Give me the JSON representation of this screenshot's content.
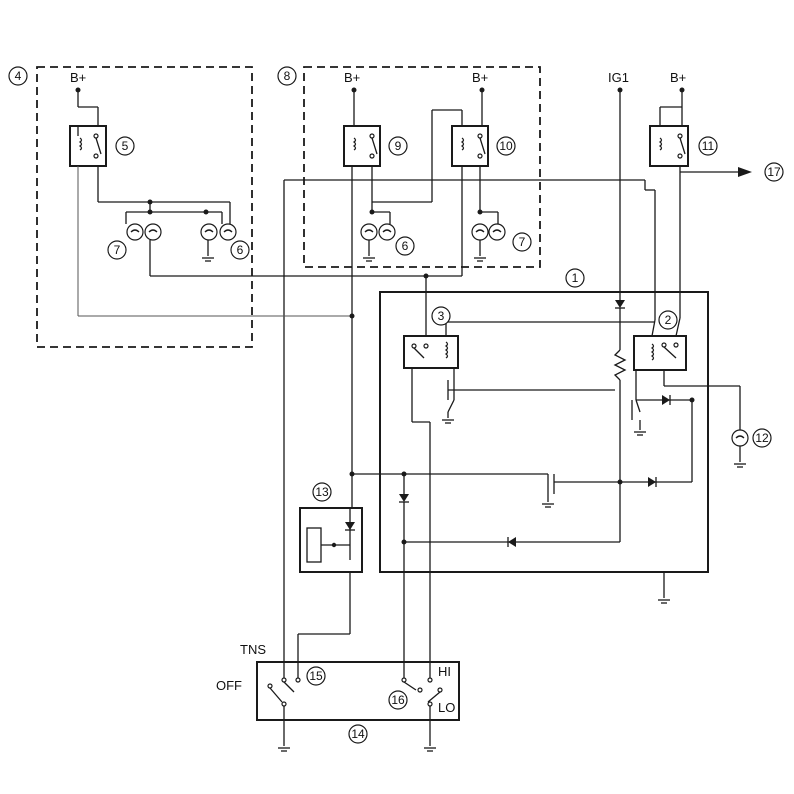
{
  "labels": {
    "b_plus": "B+",
    "ig1": "IG1",
    "tns": "TNS",
    "off": "OFF",
    "hi": "HI",
    "lo": "LO"
  },
  "callouts": {
    "c1": "1",
    "c2": "2",
    "c3": "3",
    "c4": "4",
    "c5": "5",
    "c6": "6",
    "c7": "7",
    "c8": "8",
    "c9": "9",
    "c10": "10",
    "c11": "11",
    "c12": "12",
    "c13": "13",
    "c14": "14",
    "c15": "15",
    "c16": "16",
    "c17": "17"
  }
}
